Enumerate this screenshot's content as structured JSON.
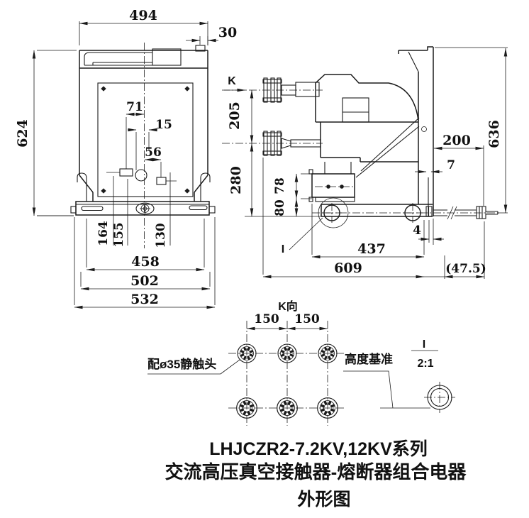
{
  "front_view": {
    "dim_494": "494",
    "dim_30": "30",
    "dim_624": "624",
    "dim_71": "71",
    "dim_15": "15",
    "dim_56": "56",
    "dim_164": "164",
    "dim_155": "155",
    "dim_130": "130",
    "dim_458": "458",
    "dim_502": "502",
    "dim_532": "532"
  },
  "side_view": {
    "label_k": "K",
    "label_i": "I",
    "dim_205": "205",
    "dim_280": "280",
    "dim_78": "78",
    "dim_80": "80",
    "dim_636": "636",
    "dim_200": "200",
    "dim_7": "7",
    "dim_4": "4",
    "dim_437": "437",
    "dim_609": "609",
    "dim_47_5": "(47.5)"
  },
  "k_view": {
    "title": "K向",
    "dim_150_left": "150",
    "dim_150_right": "150",
    "note_static_contact": "配ø35静触头",
    "note_height_datum": "高度基准"
  },
  "detail": {
    "label": "I",
    "scale": "2:1"
  },
  "title_block": {
    "line1": "LHJCZR2-7.2KV,12KV系列",
    "line2": "交流高压真空接触器-熔断器组合电器",
    "line3": "外形图"
  },
  "colors": {
    "line": "#1b1b1b",
    "background": "#ffffff"
  }
}
